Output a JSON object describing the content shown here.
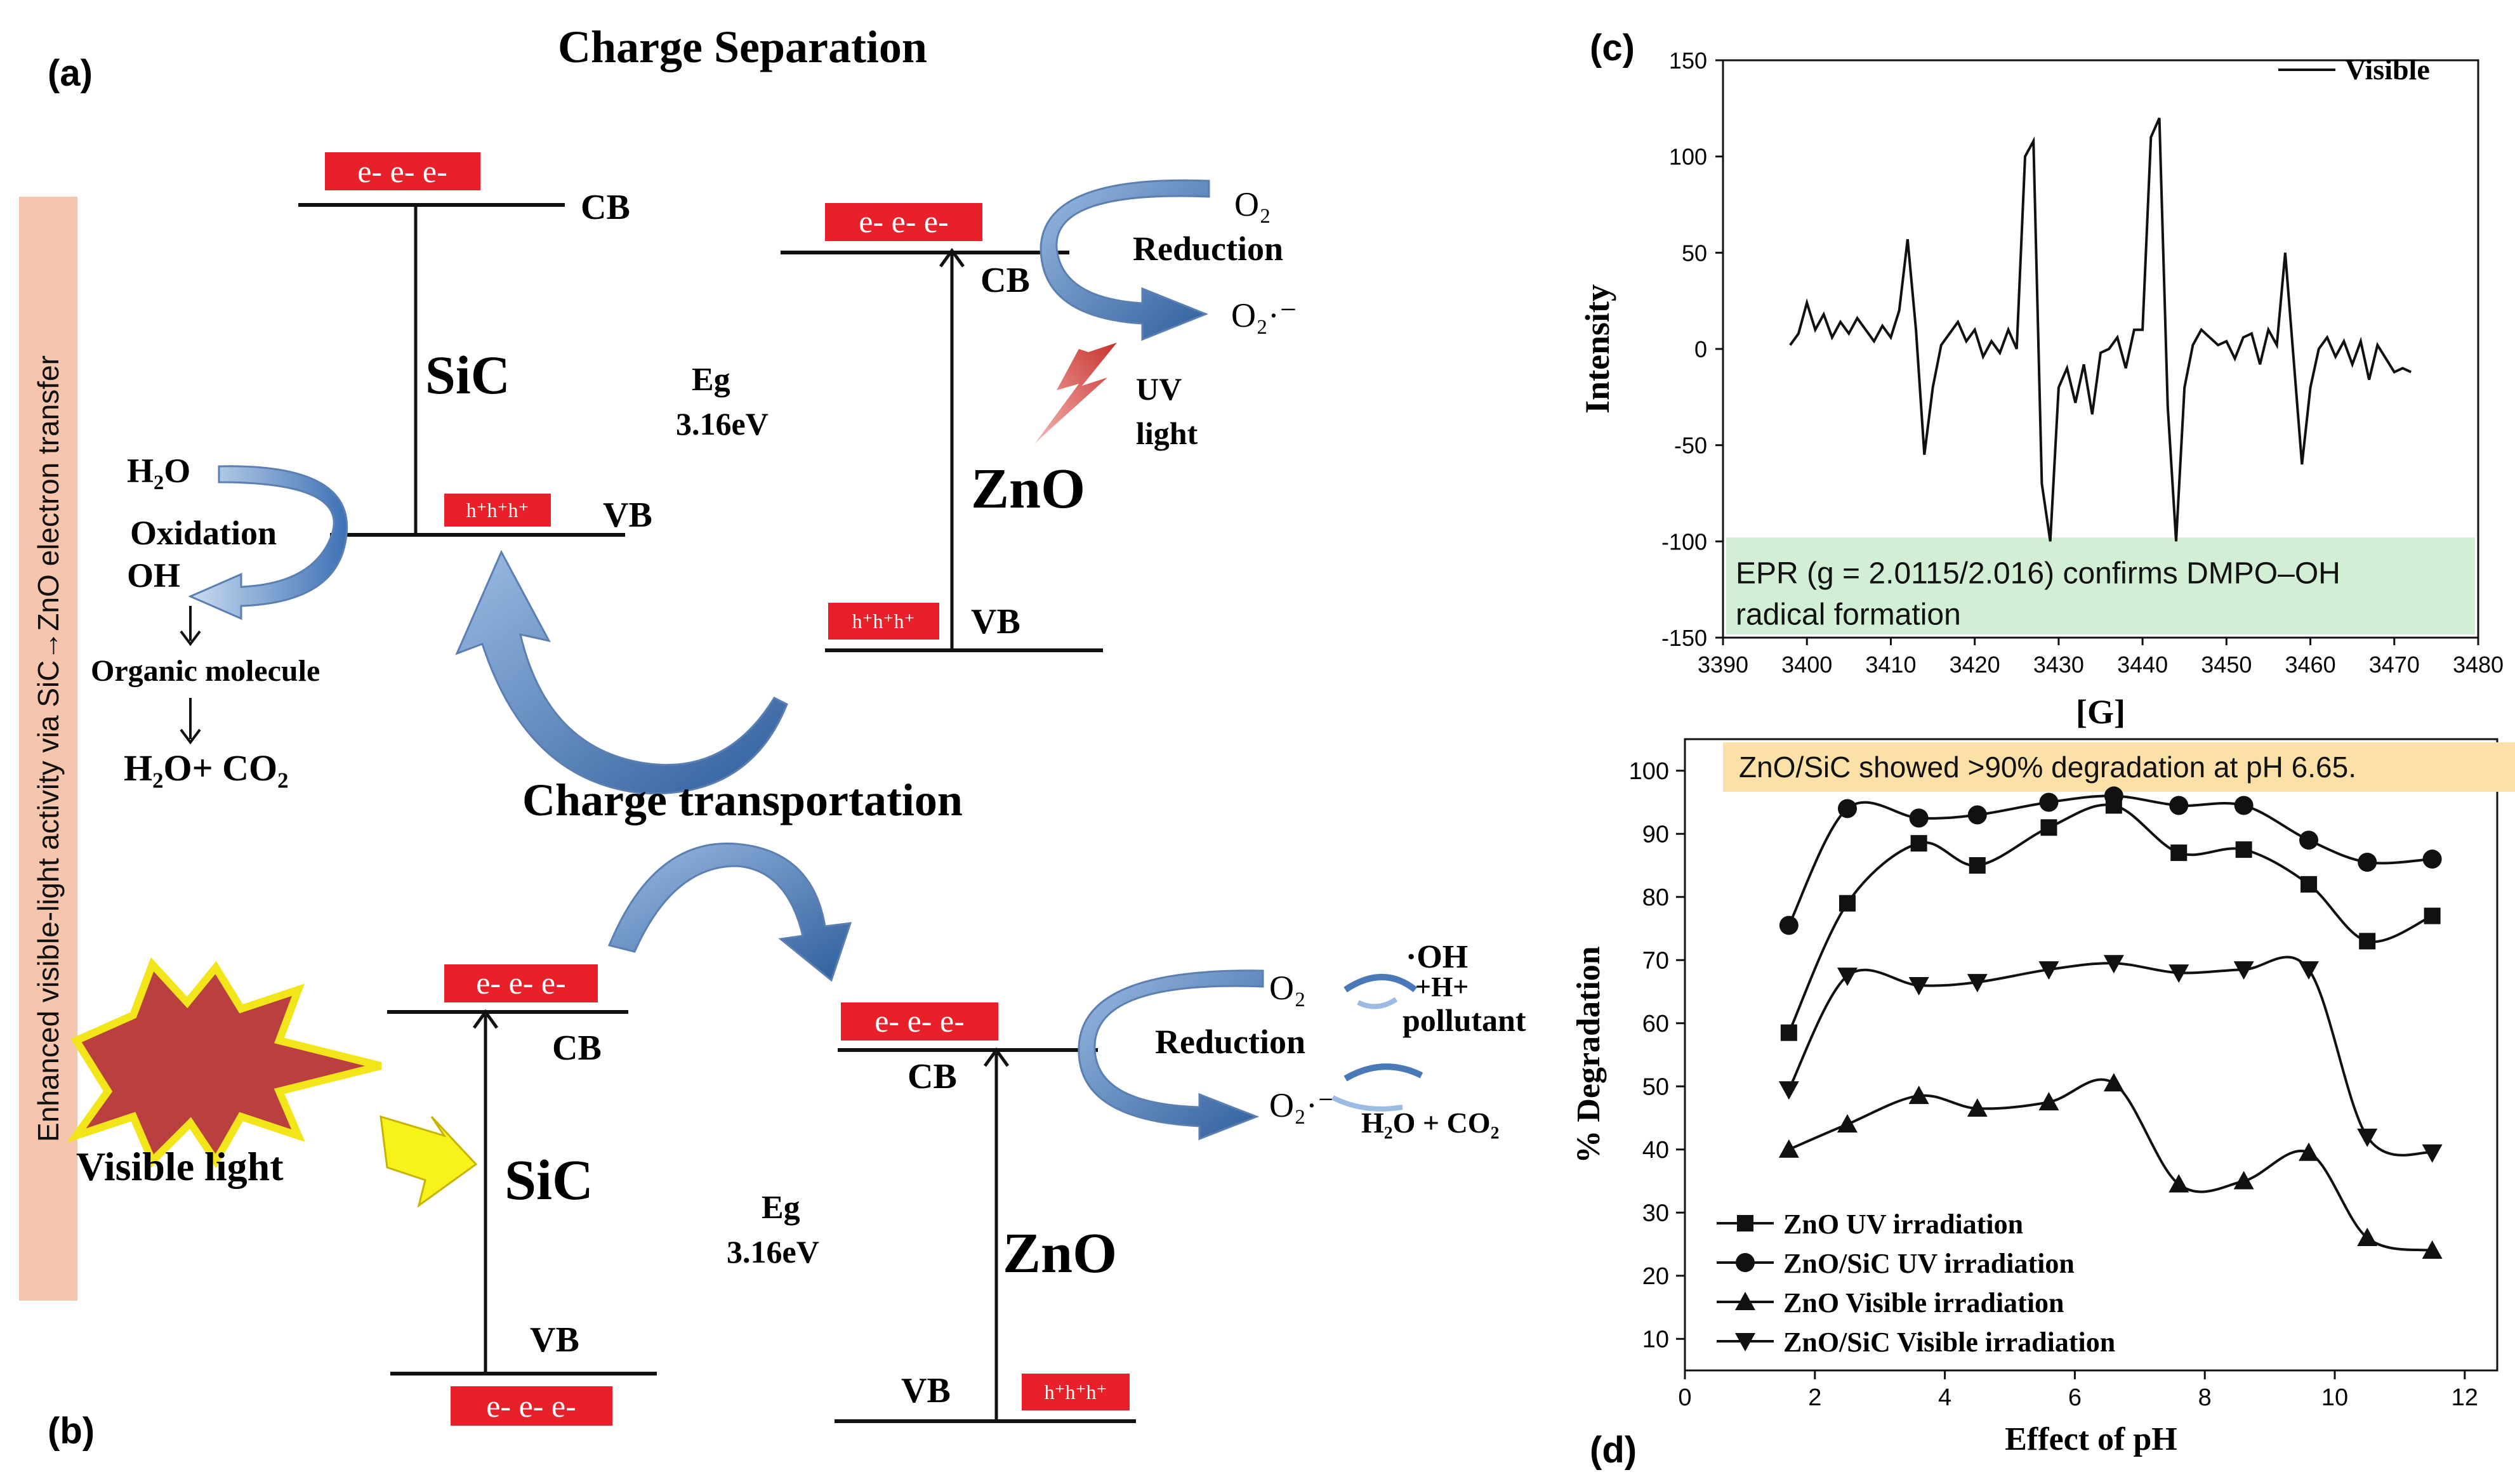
{
  "panel_a": {
    "label": "(a)",
    "title": "Charge Separation",
    "sic_e": "e- e- e-",
    "sic_cb": "CB",
    "sic_name": "SiC",
    "sic_holes": "h⁺h⁺h⁺",
    "sic_vb": "VB",
    "eg_label": "Eg",
    "eg_value": "3.16eV",
    "h2o_1": "H₂O",
    "oxidation": "Oxidation",
    "oh": "OH",
    "organic": "Organic molecule",
    "products": "H₂O+  CO₂",
    "zno_e": "e- e- e-",
    "zno_cb": "CB",
    "zno_name": "ZnO",
    "zno_holes": "h⁺h⁺h⁺",
    "zno_vb": "VB",
    "o2": "O₂",
    "reduction": "Reduction",
    "o2_rad": "O₂·⁻",
    "uv1": "UV",
    "uv2": "light"
  },
  "panel_b": {
    "label": "(b)",
    "title": "Charge transportation",
    "sic_e_cb": "e- e- e-",
    "sic_cb": "CB",
    "sic_name": "SiC",
    "sic_vb": "VB",
    "sic_e_vb": "e- e- e-",
    "visible": "Visible light",
    "eg_label": "Eg",
    "eg_value": "3.16eV",
    "zno_e": "e- e- e-",
    "zno_cb": "CB",
    "zno_name": "ZnO",
    "zno_vb": "VB",
    "zno_holes": "h⁺h⁺h⁺",
    "o2": "O₂",
    "reduction": "Reduction",
    "o2_rad": "O₂·⁻",
    "oh": "·OH",
    "hplus": "+H+",
    "pollutant": "pollutant",
    "products": "H₂O + CO₂"
  },
  "side_banner": "Enhanced visible-light activity via SiC→ZnO electron transfer",
  "chart_data": [
    {
      "panel": "(c)",
      "type": "line",
      "xlabel": "[G]",
      "ylabel": "Intensity",
      "xlim": [
        3390,
        3480
      ],
      "ylim": [
        -150,
        150
      ],
      "xticks": [
        3390,
        3400,
        3410,
        3420,
        3430,
        3440,
        3450,
        3460,
        3470,
        3480
      ],
      "yticks": [
        -150,
        -100,
        -50,
        0,
        50,
        100,
        150
      ],
      "legend": "top-right",
      "series": [
        {
          "name": "Visible",
          "x": [
            3398,
            3399,
            3400,
            3401,
            3402,
            3403,
            3404,
            3405,
            3406,
            3407,
            3408,
            3409,
            3410,
            3411,
            3412,
            3413,
            3414,
            3415,
            3416,
            3417,
            3418,
            3419,
            3420,
            3421,
            3422,
            3423,
            3424,
            3425,
            3426,
            3427,
            3428,
            3429,
            3430,
            3431,
            3432,
            3433,
            3434,
            3435,
            3436,
            3437,
            3438,
            3439,
            3440,
            3441,
            3442,
            3443,
            3444,
            3445,
            3446,
            3447,
            3448,
            3449,
            3450,
            3451,
            3452,
            3453,
            3454,
            3455,
            3456,
            3457,
            3458,
            3459,
            3460,
            3461,
            3462,
            3463,
            3464,
            3465,
            3466,
            3467,
            3468,
            3469,
            3470,
            3471,
            3472
          ],
          "y": [
            2,
            8,
            24,
            10,
            18,
            6,
            14,
            8,
            16,
            10,
            4,
            12,
            6,
            20,
            57,
            10,
            -55,
            -20,
            2,
            8,
            14,
            4,
            10,
            -4,
            4,
            -2,
            10,
            0,
            100,
            108,
            -70,
            -100,
            -20,
            -10,
            -28,
            -8,
            -34,
            -2,
            0,
            6,
            -10,
            10,
            10,
            110,
            120,
            -30,
            -100,
            -20,
            2,
            10,
            6,
            2,
            4,
            -5,
            6,
            8,
            -8,
            10,
            2,
            50,
            -5,
            -60,
            -20,
            0,
            6,
            -4,
            4,
            -8,
            4,
            -16,
            2,
            -5,
            -12,
            -10,
            -12
          ]
        }
      ],
      "annotation": "EPR (g = 2.0115/2.016) confirms DMPO–OH radical formation"
    },
    {
      "panel": "(d)",
      "type": "line",
      "xlabel": "Effect of pH",
      "ylabel": "% Degradation",
      "xlim": [
        0,
        12.5
      ],
      "ylim": [
        5,
        105
      ],
      "xticks": [
        0,
        2,
        4,
        6,
        8,
        10,
        12
      ],
      "yticks": [
        10,
        20,
        30,
        40,
        50,
        60,
        70,
        80,
        90,
        100
      ],
      "legend": "bottom-left",
      "series": [
        {
          "name": "ZnO UV irradiation",
          "marker": "square",
          "x": [
            1.6,
            2.5,
            3.6,
            4.5,
            5.6,
            6.6,
            7.6,
            8.6,
            9.6,
            10.5,
            11.5
          ],
          "y": [
            58.5,
            79,
            88.5,
            85,
            91,
            94.5,
            87,
            87.5,
            82,
            73,
            77
          ]
        },
        {
          "name": "ZnO/SiC UV irradiation",
          "marker": "circle",
          "x": [
            1.6,
            2.5,
            3.6,
            4.5,
            5.6,
            6.6,
            7.6,
            8.6,
            9.6,
            10.5,
            11.5
          ],
          "y": [
            75.5,
            94,
            92.5,
            93,
            95,
            96,
            94.5,
            94.5,
            89,
            85.5,
            86
          ]
        },
        {
          "name": "ZnO Visible irradiation",
          "marker": "triangle-up",
          "x": [
            1.6,
            2.5,
            3.6,
            4.5,
            5.6,
            6.6,
            7.6,
            8.6,
            9.6,
            10.5,
            11.5
          ],
          "y": [
            40,
            44,
            48.5,
            46.5,
            47.5,
            50.5,
            34.5,
            35,
            39.5,
            26,
            24
          ]
        },
        {
          "name": "ZnO/SiC Visible irradiation",
          "marker": "triangle-down",
          "x": [
            1.6,
            2.5,
            3.6,
            4.5,
            5.6,
            6.6,
            7.6,
            8.6,
            9.6,
            10.5,
            11.5
          ],
          "y": [
            49.5,
            67.5,
            66,
            66.5,
            68.5,
            69.5,
            68,
            68.5,
            68.5,
            42,
            39.5
          ]
        }
      ],
      "annotation": "ZnO/SiC showed >90% degradation at pH 6.65."
    }
  ]
}
